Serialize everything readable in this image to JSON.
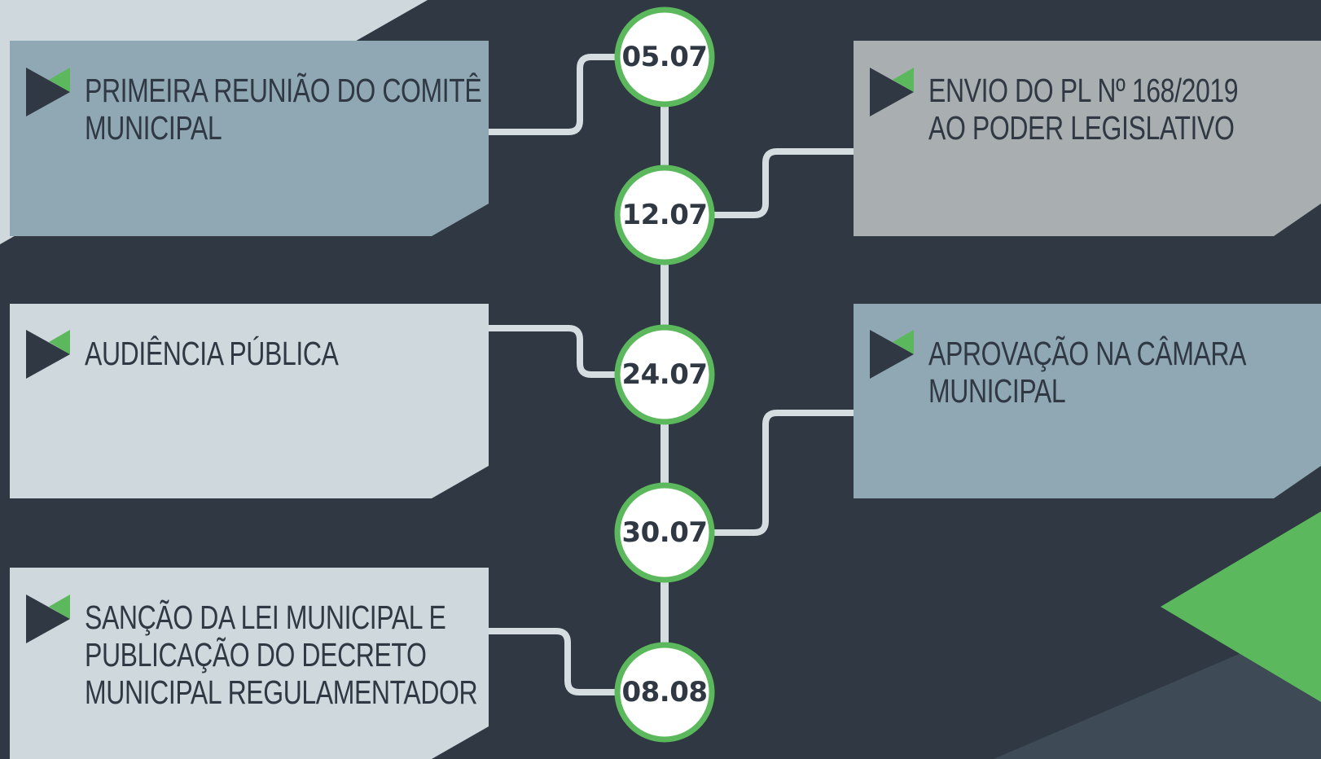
{
  "colors": {
    "background": "#2f3843",
    "accent_green": "#5cb85c",
    "card_blue": "#8fa8b3",
    "card_light": "#cfd8dc",
    "card_gray": "#a9aeb0",
    "connector": "#d5dde1",
    "text_dark": "#2f3843"
  },
  "timeline": [
    {
      "date": "05.07",
      "label_lines": [
        "PRIMEIRA  REUNIÃO  DO  COMITÊ",
        "MUNICIPAL"
      ],
      "side": "left"
    },
    {
      "date": "12.07",
      "label_lines": [
        "ENVIO DO PL Nº 168/2019",
        "AO PODER LEGISLATIVO"
      ],
      "side": "right"
    },
    {
      "date": "24.07",
      "label_lines": [
        "AUDIÊNCIA PÚBLICA"
      ],
      "side": "left"
    },
    {
      "date": "30.07",
      "label_lines": [
        "APROVAÇÃO NA CÂMARA",
        "MUNICIPAL"
      ],
      "side": "right"
    },
    {
      "date": "08.08",
      "label_lines": [
        "SANÇÃO DA LEI MUNICIPAL E",
        "PUBLICAÇÃO  DO  DECRETO",
        "MUNICIPAL REGULAMENTADOR"
      ],
      "side": "left"
    }
  ],
  "icons": [
    "flag-icon"
  ]
}
